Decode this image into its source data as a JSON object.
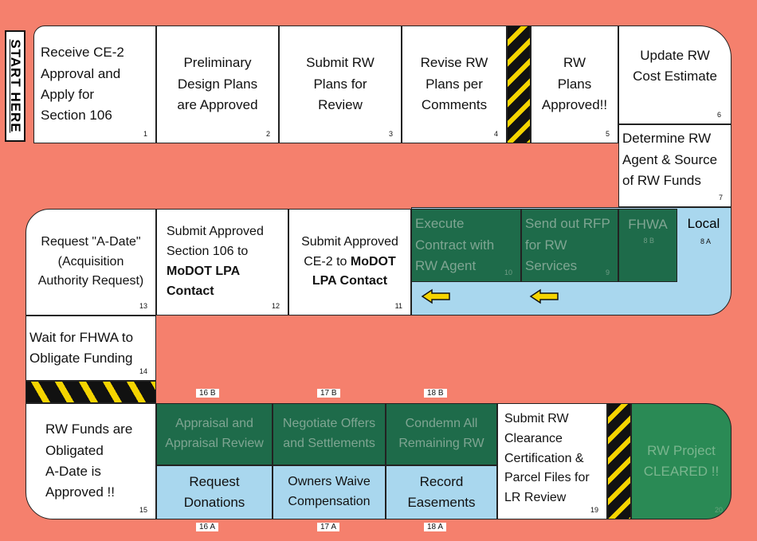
{
  "start_label": "START HERE",
  "steps": {
    "s1": {
      "text": "Receive CE-2\nApproval and\nApply for\nSection 106",
      "num": "1"
    },
    "s2": {
      "text": "Preliminary\nDesign Plans\nare Approved",
      "num": "2"
    },
    "s3": {
      "text": "Submit RW\nPlans for\nReview",
      "num": "3"
    },
    "s4": {
      "text": "Revise RW\nPlans per\nComments",
      "num": "4"
    },
    "s5": {
      "text": "RW\nPlans\nApproved!!",
      "num": "5"
    },
    "s6": {
      "text": "Update  RW\nCost Estimate",
      "num": "6"
    },
    "s7": {
      "text": "Determine RW\nAgent & Source\nof RW Funds",
      "num": "7"
    },
    "s8a": {
      "text": "Local",
      "num": "8 A"
    },
    "s8b": {
      "text": "FHWA",
      "num": "8 B"
    },
    "s9": {
      "text": "Send out RFP\nfor RW\nServices",
      "num": "9"
    },
    "s10": {
      "text": "Execute\nContract with\nRW Agent",
      "num": "10"
    },
    "s11": {
      "text_a": "Submit Approved\nCE-2 to ",
      "text_b": "MoDOT\nLPA Contact",
      "num": "11"
    },
    "s12": {
      "text_a": "Submit Approved\nSection 106 to\n",
      "text_b": "MoDOT LPA\nContact",
      "num": "12"
    },
    "s13": {
      "text": "Request \"A-Date\"\n(Acquisition\nAuthority Request)",
      "num": "13"
    },
    "s14": {
      "text": "Wait for FHWA to\nObligate Funding",
      "num": "14"
    },
    "s15": {
      "text": "RW Funds are\nObligated\nA-Date is\nApproved !!",
      "num": "15"
    },
    "s16b": {
      "text": "Appraisal and\nAppraisal Review",
      "tag": "16 B"
    },
    "s16a": {
      "text": "Request\nDonations",
      "tag": "16 A"
    },
    "s17b": {
      "text": "Negotiate Offers\nand Settlements",
      "tag": "17 B"
    },
    "s17a": {
      "text": "Owners Waive\nCompensation",
      "tag": "17 A"
    },
    "s18b": {
      "text": "Condemn All\nRemaining RW",
      "tag": "18 B"
    },
    "s18a": {
      "text": "Record\nEasements",
      "tag": "18 A"
    },
    "s19": {
      "text": "Submit RW\nClearance\nCertification &\nParcel Files for\nLR Review",
      "num": "19"
    },
    "s20": {
      "text": "RW Project\nCLEARED !!",
      "num": "20"
    }
  },
  "colors": {
    "background": "#f5806d",
    "white": "#ffffff",
    "green": "#1e6b4a",
    "blue": "#a9d7ee",
    "hazard_black": "#111111",
    "hazard_yellow": "#f5d400"
  }
}
